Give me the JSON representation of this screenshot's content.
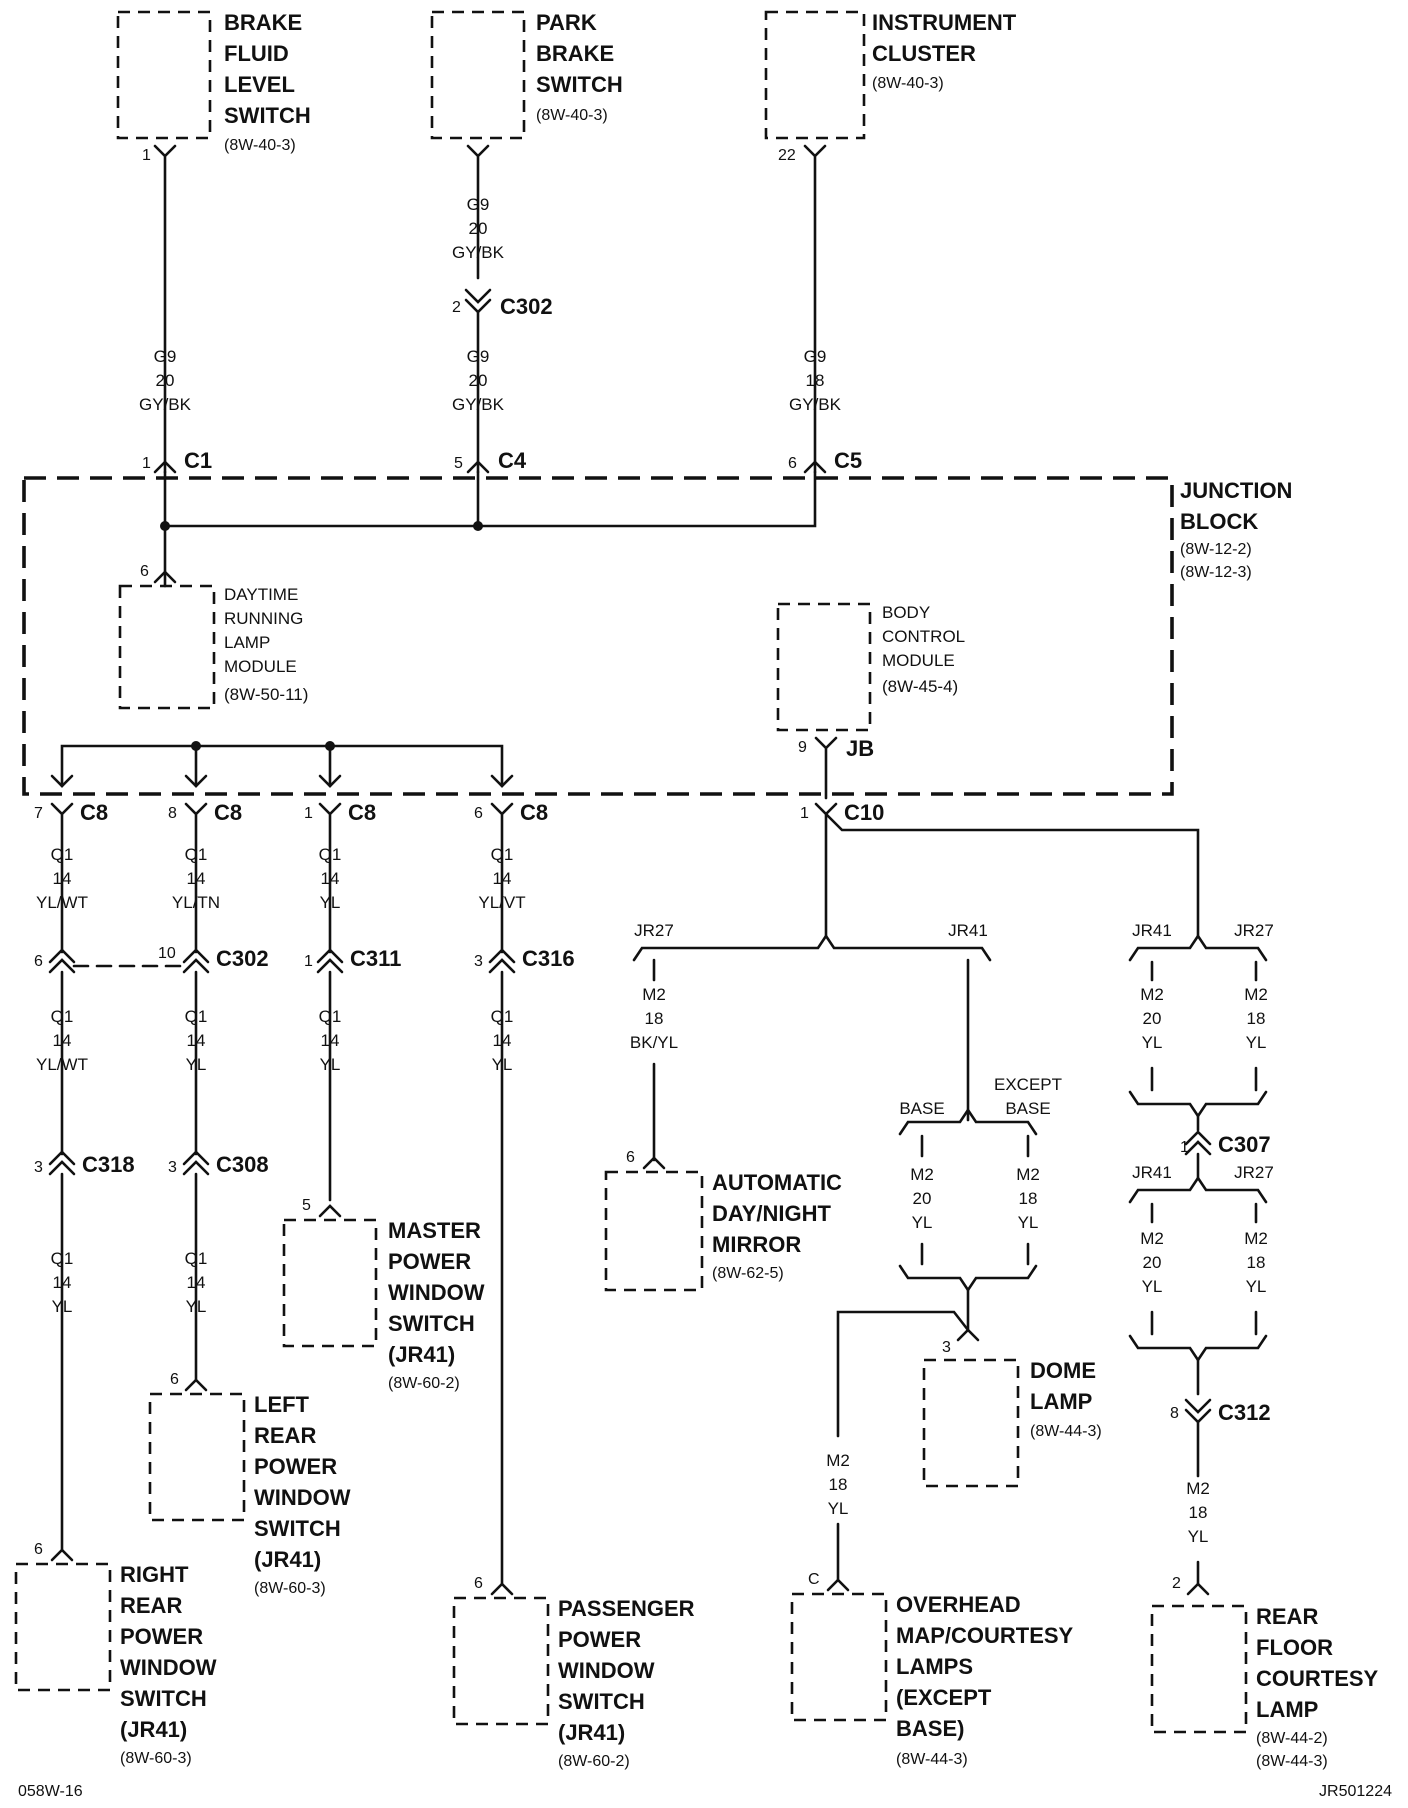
{
  "components": {
    "brake_fluid": {
      "lines": [
        "BRAKE",
        "FLUID",
        "LEVEL",
        "SWITCH"
      ],
      "ref": "(8W-40-3)",
      "pin": "1"
    },
    "park_brake": {
      "lines": [
        "PARK",
        "BRAKE",
        "SWITCH"
      ],
      "ref": "(8W-40-3)"
    },
    "instrument_cluster": {
      "lines": [
        "INSTRUMENT",
        "CLUSTER"
      ],
      "ref": "(8W-40-3)",
      "pin": "22"
    },
    "junction_block": {
      "lines": [
        "JUNCTION",
        "BLOCK"
      ],
      "refs": [
        "(8W-12-2)",
        "(8W-12-3)"
      ]
    },
    "drl_module": {
      "lines": [
        "DAYTIME",
        "RUNNING",
        "LAMP",
        "MODULE"
      ],
      "ref": "(8W-50-11)",
      "pin": "6"
    },
    "bcm": {
      "lines": [
        "BODY",
        "CONTROL",
        "MODULE"
      ],
      "ref": "(8W-45-4)",
      "pin": "9",
      "conn": "JB"
    },
    "auto_mirror": {
      "lines": [
        "AUTOMATIC",
        "DAY/NIGHT",
        "MIRROR"
      ],
      "ref": "(8W-62-5)",
      "pin": "6"
    },
    "master_window": {
      "lines": [
        "MASTER",
        "POWER",
        "WINDOW",
        "SWITCH",
        "(JR41)"
      ],
      "ref": "(8W-60-2)",
      "pin": "5"
    },
    "left_rear_window": {
      "lines": [
        "LEFT",
        "REAR",
        "POWER",
        "WINDOW",
        "SWITCH",
        "(JR41)"
      ],
      "ref": "(8W-60-3)",
      "pin": "6"
    },
    "right_rear_window": {
      "lines": [
        "RIGHT",
        "REAR",
        "POWER",
        "WINDOW",
        "SWITCH",
        "(JR41)"
      ],
      "ref": "(8W-60-3)",
      "pin": "6"
    },
    "passenger_window": {
      "lines": [
        "PASSENGER",
        "POWER",
        "WINDOW",
        "SWITCH",
        "(JR41)"
      ],
      "ref": "(8W-60-2)",
      "pin": "6"
    },
    "dome_lamp": {
      "lines": [
        "DOME",
        "LAMP"
      ],
      "ref": "(8W-44-3)",
      "pin": "3"
    },
    "overhead_lamps": {
      "lines": [
        "OVERHEAD",
        "MAP/COURTESY",
        "LAMPS",
        "(EXCEPT",
        "BASE)"
      ],
      "ref": "(8W-44-3)",
      "pin": "C"
    },
    "rear_floor_lamp": {
      "lines": [
        "REAR",
        "FLOOR",
        "COURTESY",
        "LAMP"
      ],
      "refs": [
        "(8W-44-2)",
        "(8W-44-3)"
      ],
      "pin": "2"
    }
  },
  "wires": {
    "w1": [
      "G9",
      "20",
      "GY/BK"
    ],
    "w2a": [
      "G9",
      "20",
      "GY/BK"
    ],
    "w2b": [
      "G9",
      "20",
      "GY/BK"
    ],
    "w3": [
      "G9",
      "18",
      "GY/BK"
    ],
    "c8_7": [
      "Q1",
      "14",
      "YL/WT"
    ],
    "c8_8": [
      "Q1",
      "14",
      "YL/TN"
    ],
    "c8_1": [
      "Q1",
      "14",
      "YL"
    ],
    "c8_6": [
      "Q1",
      "14",
      "YL/VT"
    ],
    "c302_6": [
      "Q1",
      "14",
      "YL/WT"
    ],
    "c302_10": [
      "Q1",
      "14",
      "YL"
    ],
    "c311": [
      "Q1",
      "14",
      "YL"
    ],
    "c316": [
      "Q1",
      "14",
      "YL"
    ],
    "c318": [
      "Q1",
      "14",
      "YL"
    ],
    "c308": [
      "Q1",
      "14",
      "YL"
    ],
    "mirror": [
      "M2",
      "18",
      "BK/YL"
    ],
    "base": [
      "M2",
      "20",
      "YL"
    ],
    "except_base": [
      "M2",
      "18",
      "YL"
    ],
    "overhead": [
      "M2",
      "18",
      "YL"
    ],
    "jr41_top": [
      "M2",
      "20",
      "YL"
    ],
    "jr27_top": [
      "M2",
      "18",
      "YL"
    ],
    "jr41_bot": [
      "M2",
      "20",
      "YL"
    ],
    "jr27_bot": [
      "M2",
      "18",
      "YL"
    ],
    "rear_floor": [
      "M2",
      "18",
      "YL"
    ]
  },
  "connectors": {
    "c1": {
      "pin": "1",
      "name": "C1"
    },
    "c4": {
      "pin": "5",
      "name": "C4"
    },
    "c5": {
      "pin": "6",
      "name": "C5"
    },
    "c302_top": {
      "pin": "2",
      "name": "C302"
    },
    "c8_a": {
      "pin": "7",
      "name": "C8"
    },
    "c8_b": {
      "pin": "8",
      "name": "C8"
    },
    "c8_c": {
      "pin": "1",
      "name": "C8"
    },
    "c8_d": {
      "pin": "6",
      "name": "C8"
    },
    "c10": {
      "pin": "1",
      "name": "C10"
    },
    "c302_left": {
      "pin": "6"
    },
    "c302_right": {
      "pin": "10",
      "name": "C302"
    },
    "c311": {
      "pin": "1",
      "name": "C311"
    },
    "c316": {
      "pin": "3",
      "name": "C316"
    },
    "c318": {
      "pin": "3",
      "name": "C318"
    },
    "c308": {
      "pin": "3",
      "name": "C308"
    },
    "c307": {
      "pin": "1",
      "name": "C307"
    },
    "c312": {
      "pin": "8",
      "name": "C312"
    }
  },
  "options": {
    "jr27": "JR27",
    "jr41": "JR41",
    "base": "BASE",
    "except": [
      "EXCEPT",
      "BASE"
    ]
  },
  "footer": {
    "left": "058W-16",
    "right": "JR501224"
  }
}
